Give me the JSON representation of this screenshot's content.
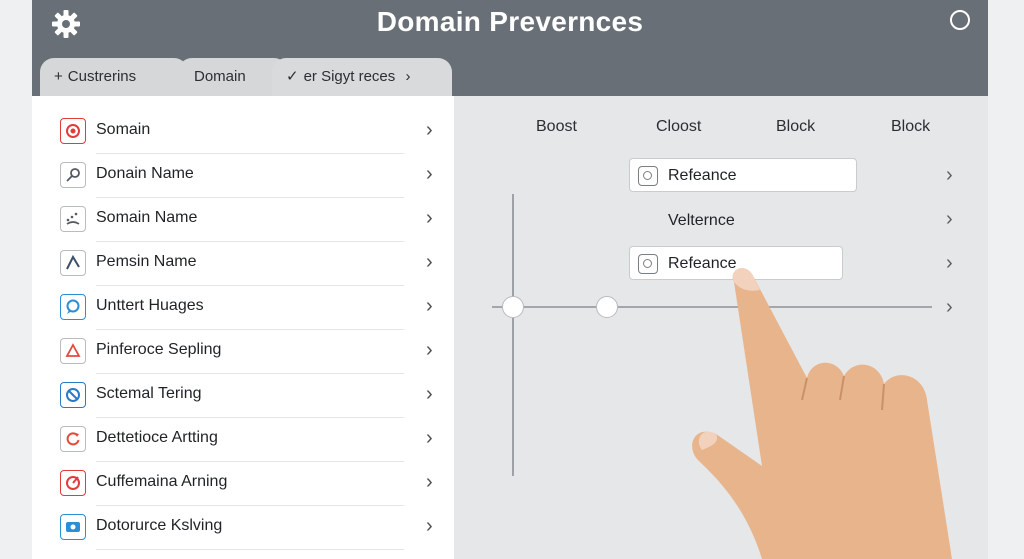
{
  "window": {
    "title": "Domain Prevernces"
  },
  "tabs": [
    {
      "symbol": "+",
      "label": "Custrerins"
    },
    {
      "symbol": "",
      "label": "Domain"
    },
    {
      "symbol": "✓",
      "label": "er Sigyt reces",
      "chevron": "›"
    }
  ],
  "sidebar": {
    "items": [
      {
        "label": "Somain",
        "icon": "target-icon",
        "color": "#e23b3b"
      },
      {
        "label": "Donain Name",
        "icon": "search-icon",
        "color": "#555a60"
      },
      {
        "label": "Somain Name",
        "icon": "pattern-icon",
        "color": "#555a60"
      },
      {
        "label": "Pemsin Name",
        "icon": "tool-icon",
        "color": "#3d4f6b"
      },
      {
        "label": "Unttert Huages",
        "icon": "chat-icon",
        "color": "#2c8fd6"
      },
      {
        "label": "Pinferoce Sepling",
        "icon": "warning-icon",
        "color": "#e24a3b"
      },
      {
        "label": "Sctemal Tering",
        "icon": "block-icon",
        "color": "#2b79c9"
      },
      {
        "label": "Dettetioce Artting",
        "icon": "refresh-icon",
        "color": "#e24a3b"
      },
      {
        "label": "Cuffemaina Arning",
        "icon": "alert-icon",
        "color": "#e23b3b"
      },
      {
        "label": "Dotorurce Kslving",
        "icon": "display-icon",
        "color": "#2b8fd6"
      }
    ],
    "chevron": "›"
  },
  "main": {
    "columns": [
      "Boost",
      "Cloost",
      "Block",
      "Block"
    ],
    "rows": [
      {
        "type": "box",
        "label": "Refeance"
      },
      {
        "type": "text",
        "label": "Velternce"
      },
      {
        "type": "box",
        "label": "Refeance"
      }
    ],
    "chevron": "›"
  }
}
